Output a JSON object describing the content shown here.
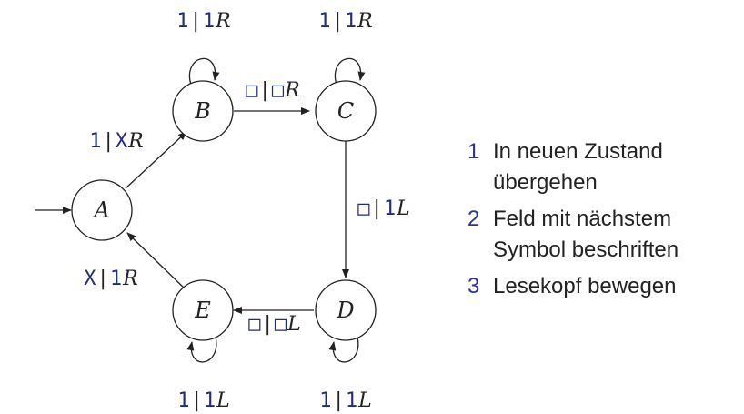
{
  "states": {
    "A": "A",
    "B": "B",
    "C": "C",
    "D": "D",
    "E": "E"
  },
  "edges": {
    "B_loop": {
      "read": "1",
      "sep": "|",
      "write": "1",
      "move": "R"
    },
    "C_loop": {
      "read": "1",
      "sep": "|",
      "write": "1",
      "move": "R"
    },
    "A_B": {
      "read": "1",
      "sep": "|",
      "write": "X",
      "move": "R"
    },
    "B_C": {
      "read": "□",
      "sep": "|",
      "write": "□",
      "move": "R"
    },
    "C_D": {
      "read": "□",
      "sep": "|",
      "write": "1",
      "move": "L"
    },
    "D_E": {
      "read": "□",
      "sep": "|",
      "write": "□",
      "move": "L"
    },
    "E_A": {
      "read": "X",
      "sep": "|",
      "write": "1",
      "move": "R"
    },
    "E_loop": {
      "read": "1",
      "sep": "|",
      "write": "1",
      "move": "L"
    },
    "D_loop": {
      "read": "1",
      "sep": "|",
      "write": "1",
      "move": "L"
    }
  },
  "steps": [
    {
      "num": "1",
      "text": "In neuen Zustand übergehen"
    },
    {
      "num": "2",
      "text": "Feld mit nächstem Symbol beschriften"
    },
    {
      "num": "3",
      "text": "Lesekopf bewegen"
    }
  ]
}
